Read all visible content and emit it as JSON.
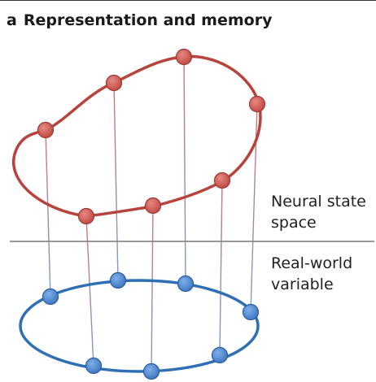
{
  "panel": {
    "letter": "a",
    "title": "Representation and memory"
  },
  "labels": {
    "neural_line1": "Neural state",
    "neural_line2": "space",
    "real_line1": "Real-world",
    "real_line2": "variable"
  },
  "colors": {
    "neural_curve": "#b8423c",
    "neural_node": "#c9524c",
    "neural_node_stroke": "#9c3a36",
    "real_curve": "#2e6fb5",
    "real_node": "#4f86cc",
    "real_node_stroke": "#2a5d9e",
    "divider": "#333333"
  }
}
